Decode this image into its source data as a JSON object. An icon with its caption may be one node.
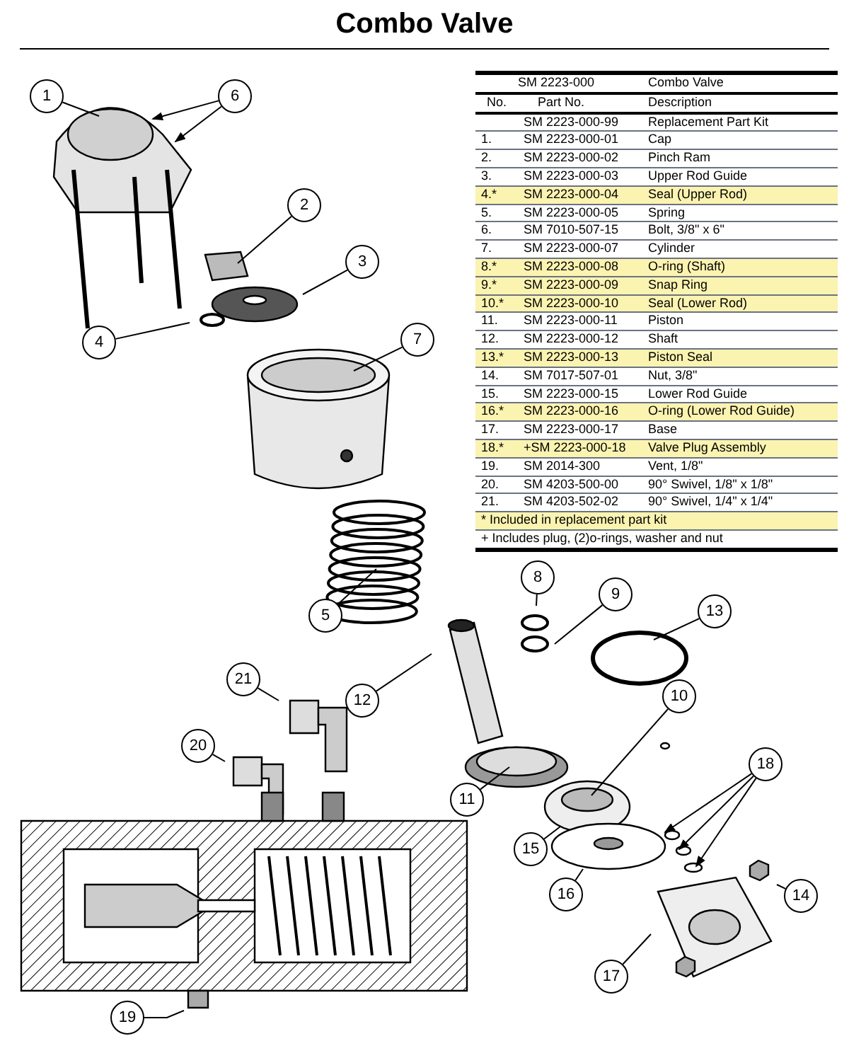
{
  "diagram": {
    "title": "Combo Valve",
    "nodes": [
      {
        "text": [
          "1"
        ]
      },
      {
        "text": [
          "6"
        ]
      },
      {
        "text": [
          "2"
        ]
      },
      {
        "text": [
          "3"
        ]
      },
      {
        "text": [
          "4"
        ]
      },
      {
        "text": [
          "7"
        ]
      },
      {
        "text": [
          "5"
        ]
      },
      {
        "text": [
          "8"
        ]
      },
      {
        "text": [
          "9"
        ]
      },
      {
        "text": [
          "13"
        ]
      },
      {
        "text": [
          "12"
        ]
      },
      {
        "text": [
          "10"
        ]
      },
      {
        "text": [
          "21"
        ]
      },
      {
        "text": [
          "20"
        ]
      },
      {
        "text": [
          "11"
        ]
      },
      {
        "text": [
          "18"
        ]
      },
      {
        "text": [
          "15"
        ]
      },
      {
        "text": [
          "16"
        ]
      },
      {
        "text": [
          "14"
        ]
      },
      {
        "text": [
          "17"
        ]
      },
      {
        "text": [
          "19"
        ]
      }
    ],
    "edges": [
      {
        "from": 0,
        "to": null,
        "arrow": "none"
      },
      {
        "from": 1,
        "to": null,
        "arrow": "to"
      },
      {
        "from": 1,
        "to": null,
        "arrow": "to"
      },
      {
        "from": 2,
        "to": null,
        "arrow": "none"
      },
      {
        "from": 3,
        "to": null,
        "arrow": "none"
      },
      {
        "from": 4,
        "to": null,
        "arrow": "none"
      },
      {
        "from": 5,
        "to": null,
        "arrow": "none"
      },
      {
        "from": 6,
        "to": null,
        "arrow": "none"
      },
      {
        "from": 7,
        "to": null,
        "arrow": "none"
      },
      {
        "from": 8,
        "to": null,
        "arrow": "none"
      },
      {
        "from": 9,
        "to": null,
        "arrow": "none"
      },
      {
        "from": 10,
        "to": null,
        "arrow": "none"
      },
      {
        "from": 11,
        "to": null,
        "arrow": "none"
      },
      {
        "from": 12,
        "to": null,
        "arrow": "none"
      },
      {
        "from": 13,
        "to": null,
        "arrow": "none"
      },
      {
        "from": 14,
        "to": null,
        "arrow": "none"
      },
      {
        "from": 15,
        "to": null,
        "arrow": "to"
      },
      {
        "from": 15,
        "to": null,
        "arrow": "to"
      },
      {
        "from": 15,
        "to": null,
        "arrow": "to"
      },
      {
        "from": 16,
        "to": null,
        "arrow": "none"
      },
      {
        "from": 17,
        "to": null,
        "arrow": "none"
      },
      {
        "from": 18,
        "to": null,
        "arrow": "none"
      },
      {
        "from": 19,
        "to": null,
        "arrow": "none"
      },
      {
        "from": 20,
        "to": null,
        "arrow": "none"
      }
    ],
    "labels": [
      "SM 2223-000",
      "Combo Valve",
      "No.",
      "Part No.",
      "Description",
      "SM 2223-000-99",
      "Replacement Part Kit",
      "1.",
      "SM 2223-000-01",
      "Cap",
      "2.",
      "SM 2223-000-02",
      "Pinch Ram",
      "3.",
      "SM 2223-000-03",
      "Upper Rod Guide",
      "4.*",
      "SM 2223-000-04",
      "Seal (Upper Rod)",
      "5.",
      "SM 2223-000-05",
      "Spring",
      "6.",
      "SM 7010-507-15",
      "Bolt, 3/8\" x 6\"",
      "7.",
      "SM 2223-000-07",
      "Cylinder",
      "8.*",
      "SM 2223-000-08",
      "O-ring (Shaft)",
      "9.*",
      "SM 2223-000-09",
      "Snap Ring",
      "10.*",
      "SM 2223-000-10",
      "Seal (Lower Rod)",
      "11.",
      "SM 2223-000-11",
      "Piston",
      "12.",
      "SM 2223-000-12",
      "Shaft",
      "13.*",
      "SM 2223-000-13",
      "Piston Seal",
      "14.",
      "SM 7017-507-01",
      "Nut, 3/8\"",
      "15.",
      "SM 2223-000-15",
      "Lower Rod Guide",
      "16.*",
      "SM 2223-000-16",
      "O-ring (Lower Rod Guide)",
      "17.",
      "SM 2223-000-17",
      "Base",
      "18.*",
      "+SM 2223-000-18",
      "Valve Plug Assembly",
      "19.",
      "SM 2014-300",
      "Vent, 1/8\"",
      "20.",
      "SM 4203-500-00",
      "90° Swivel, 1/8\" x 1/8\"",
      "21.",
      "SM 4203-502-02",
      "90° Swivel, 1/4\" x 1/4\"",
      "* Included in replacement part kit",
      "+ Includes plug, (2)o-rings, washer and nut"
    ]
  }
}
